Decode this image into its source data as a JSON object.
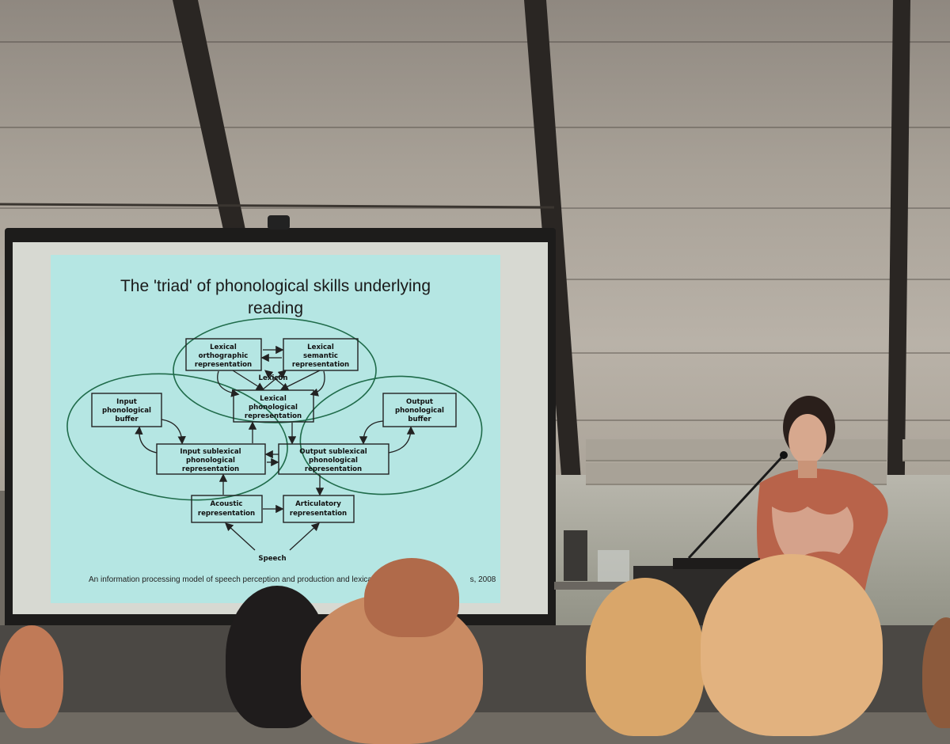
{
  "slide": {
    "title_line1": "The 'triad' of phonological skills underlying",
    "title_line2": "reading",
    "caption": "An information processing model of speech perception and production and lexica",
    "caption_year": "s, 2008"
  },
  "diagram": {
    "ellipse_label": "Lexicon",
    "boxes": {
      "lex_orth": [
        "Lexical",
        "orthographic",
        "representation"
      ],
      "lex_sem": [
        "Lexical",
        "semantic",
        "representation"
      ],
      "lex_phon": [
        "Lexical",
        "phonological",
        "representation"
      ],
      "input_buf": [
        "Input",
        "phonological",
        "buffer"
      ],
      "output_buf": [
        "Output",
        "phonological",
        "buffer"
      ],
      "input_sub": [
        "Input sublexical",
        "phonological",
        "representation"
      ],
      "output_sub": [
        "Output sublexical",
        "phonological",
        "representation"
      ],
      "acoustic": [
        "Acoustic",
        "representation"
      ],
      "articulatory": [
        "Articulatory",
        "representation"
      ]
    },
    "speech_label": "Speech"
  },
  "colors": {
    "slide_bg": "#b5e6e3",
    "ellipse_stroke": "#1f6b4a",
    "box_stroke": "#222222"
  }
}
